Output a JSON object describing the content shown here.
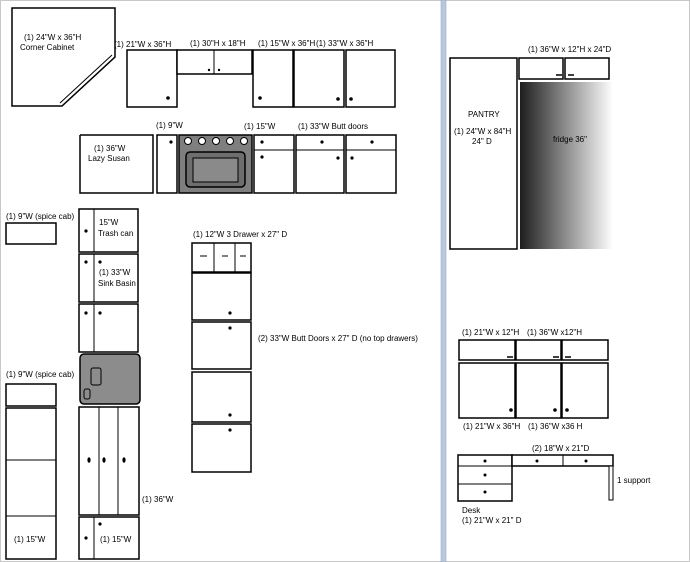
{
  "labels": {
    "corner_cabinet_line1": "(1) 24\"W x 36\"H",
    "corner_cabinet_line2": "Corner Cabinet",
    "upper_21x36": "(1) 21\"W x 36\"H",
    "upper_30x18": "(1) 30\"H x 18\"H",
    "upper_15x36": "(1) 15\"W x 36\"H",
    "upper_33x36": "(1) 33\"W x 36\"H",
    "base_9w": "(1) 9\"W",
    "base_15w": "(1) 15\"W",
    "base_33w_butt": "(1) 33\"W Butt doors",
    "lazy_susan_line1": "(1) 36\"W",
    "lazy_susan_line2": "Lazy Susan",
    "spice_cab_top": "(1) 9\"W (spice cab)",
    "trash_line1": "15\"W",
    "trash_line2": "Trash can",
    "sink_line1": "(1) 33\"W",
    "sink_line2": "Sink Basin",
    "drawer_12w": "(1) 12\"W 3 Drawer x 27\" D",
    "butt_doors_33w": "(2) 33\"W  Butt Doors x 27\" D (no top drawers)",
    "spice_cab_bottom": "(1) 9\"W (spice cab)",
    "base_36w": "(1) 36\"W",
    "base_15w_left": "(1) 15\"W",
    "base_15w_mid": "(1) 15\"W",
    "pantry_upper": "(1) 36\"W x 12\"H x 24\"D",
    "pantry_title": "PANTRY",
    "pantry_line1": "(1) 24\"W x 84\"H",
    "pantry_line2": "24\" D",
    "fridge": "fridge 36\"",
    "upper_21x12": "(1) 21\"W x 12\"H",
    "upper_36x12": "(1) 36\"W x12\"H",
    "upper_21x36_right": "(1) 21\"W x 36\"H",
    "upper_36x36_right": "(1) 36\"W x36 H",
    "desk_top": "(2) 18\"W x 21\"D",
    "support": "1 support",
    "desk_line1": "Desk",
    "desk_line2": "(1) 21\"W x 21\" D"
  },
  "colors": {
    "divider": "#9ab0cc",
    "appliance_fill": "#7f7f7f",
    "sink_fill": "#8c8c8c",
    "fridge_dark": "#1e1e1e",
    "fridge_light": "#ffffff"
  }
}
